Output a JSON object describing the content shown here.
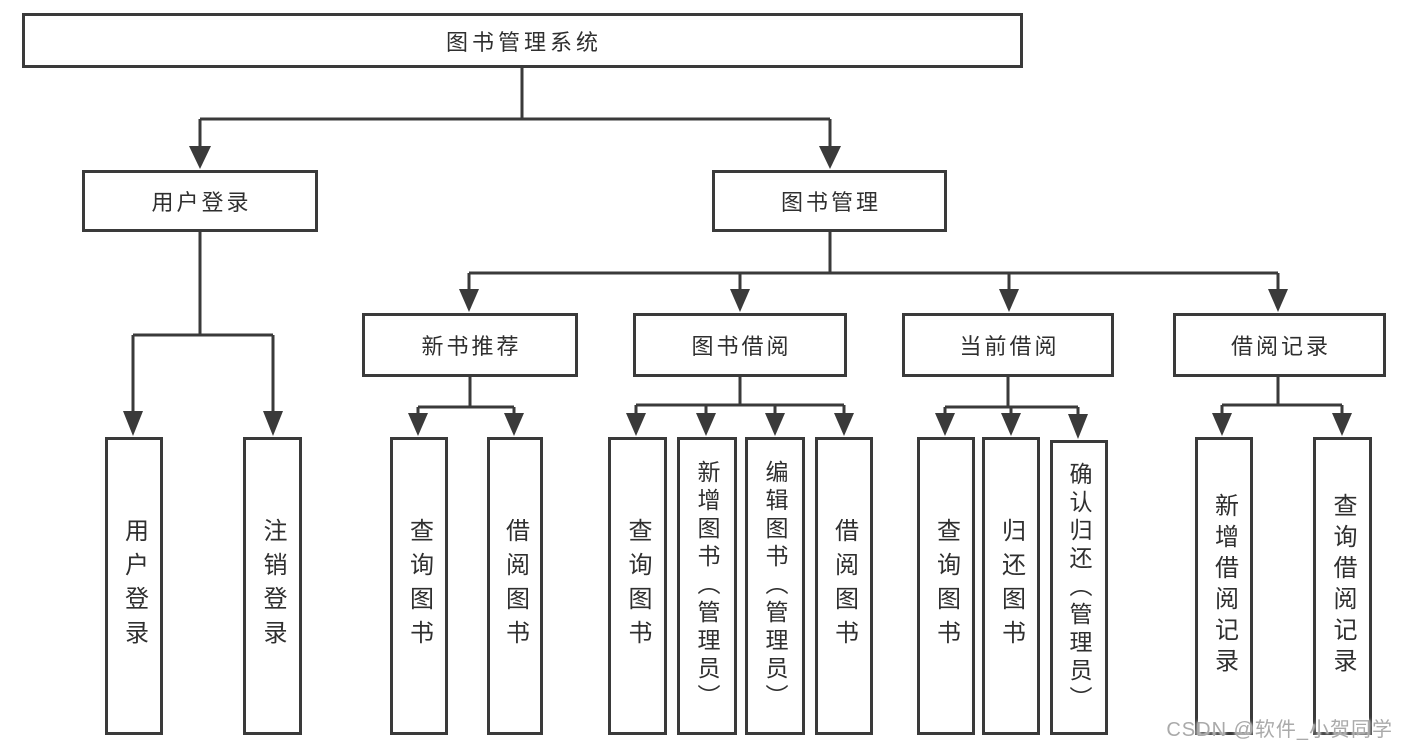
{
  "colors": {
    "line_color": "#3a3a3a",
    "text_color": "#2f2f2f",
    "watermark_color": "#aaaaaa"
  },
  "diagram": {
    "title": "图书管理系统",
    "level2": {
      "user_login": "用户登录",
      "book_management": "图书管理"
    },
    "level3": {
      "new_book_recommend": "新书推荐",
      "book_borrow": "图书借阅",
      "current_borrow": "当前借阅",
      "borrow_records": "借阅记录"
    },
    "leaves": {
      "user_login": "用户登录",
      "logout": "注销登录",
      "nb_query_books": "查询图书",
      "nb_borrow_books": "借阅图书",
      "bb_query_books": "查询图书",
      "bb_add_books": "新增图书（管理员）",
      "bb_edit_books": "编辑图书（管理员）",
      "bb_borrow_books": "借阅图书",
      "cb_query_books": "查询图书",
      "cb_return_books": "归还图书",
      "cb_confirm_return": "确认归还（管理员）",
      "br_add_record": "新增借阅记录",
      "br_query_record": "查询借阅记录"
    }
  },
  "watermark": "CSDN @软件_小贺同学"
}
